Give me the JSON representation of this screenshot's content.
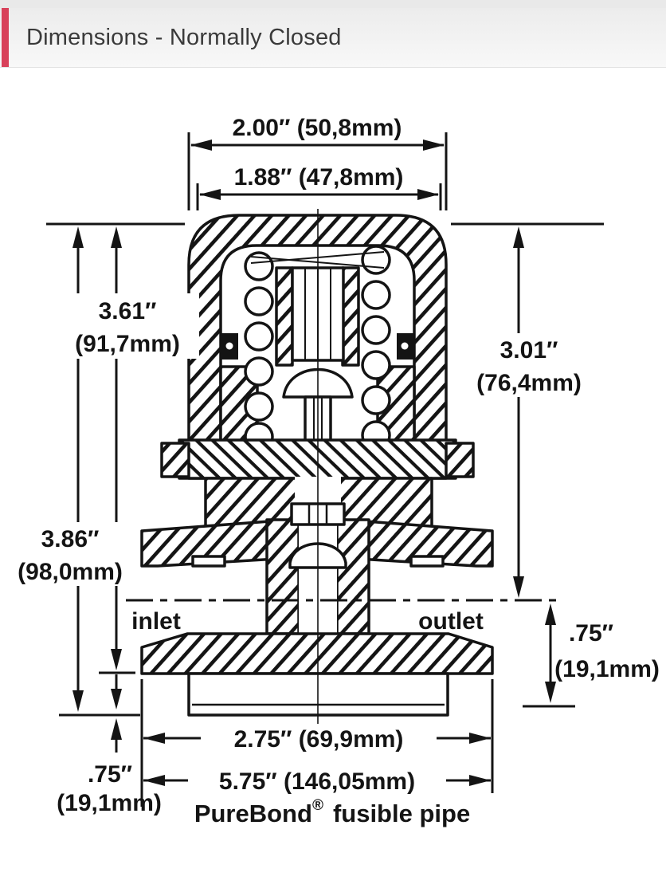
{
  "header": {
    "title": "Dimensions - Normally Closed",
    "accent_color": "#d8415a"
  },
  "diagram": {
    "labels": {
      "width_outer": "2.00″ (50,8mm)",
      "width_inner": "1.88″ (47,8mm)",
      "height_bonnet_in": "3.61″",
      "height_bonnet_mm": "(91,7mm)",
      "height_right_in": "3.01″",
      "height_right_mm": "(76,4mm)",
      "height_total_in": "3.86″",
      "height_total_mm": "(98,0mm)",
      "port_center_in": ".75″",
      "port_center_mm": "(19,1mm)",
      "flange_width": "2.75″ (69,9mm)",
      "pipe_length": "5.75″ (146,05mm)",
      "pipe_ext_in": ".75″",
      "pipe_ext_mm": "(19,1mm)",
      "inlet": "inlet",
      "outlet": "outlet",
      "brand": "PureBond",
      "registered": "®",
      "brand_suffix": "fusible pipe"
    }
  }
}
